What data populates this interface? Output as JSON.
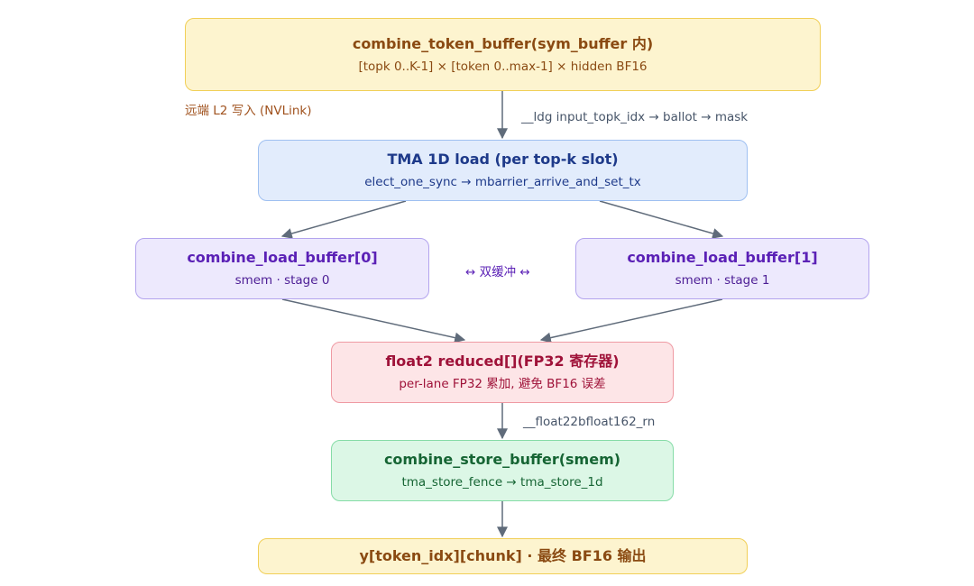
{
  "diagram": {
    "nodes": {
      "token_buffer": {
        "title": "combine_token_buffer(sym_buffer 内)",
        "sub": "[topk 0..K-1] × [token 0..max-1] × hidden BF16"
      },
      "tma_load": {
        "title": "TMA 1D load (per top-k slot)",
        "sub": "elect_one_sync → mbarrier_arrive_and_set_tx"
      },
      "load_buffer_0": {
        "title": "combine_load_buffer[0]",
        "sub": "smem · stage 0"
      },
      "load_buffer_1": {
        "title": "combine_load_buffer[1]",
        "sub": "smem · stage 1"
      },
      "reduced": {
        "title": "float2 reduced[](FP32 寄存器)",
        "sub": "per-lane FP32 累加, 避免 BF16 误差"
      },
      "store_buffer": {
        "title": "combine_store_buffer(smem)",
        "sub": "tma_store_fence → tma_store_1d"
      },
      "output": {
        "title": "y[token_idx][chunk] · 最终 BF16 输出"
      }
    },
    "labels": {
      "remote_write": "远端 L2 写入 (NVLink)",
      "ldg": "__ldg input_topk_idx → ballot → mask",
      "double_buffer": "↔ 双缓冲 ↔",
      "float22bf": "__float22bfloat162_rn"
    },
    "colors": {
      "edge": "#5f6b7a",
      "yellow_fill": "#fdf4cf",
      "blue_fill": "#e2ecfc",
      "purple_fill": "#ede9fd",
      "red_fill": "#fde5e7",
      "green_fill": "#dcf7e6"
    }
  }
}
